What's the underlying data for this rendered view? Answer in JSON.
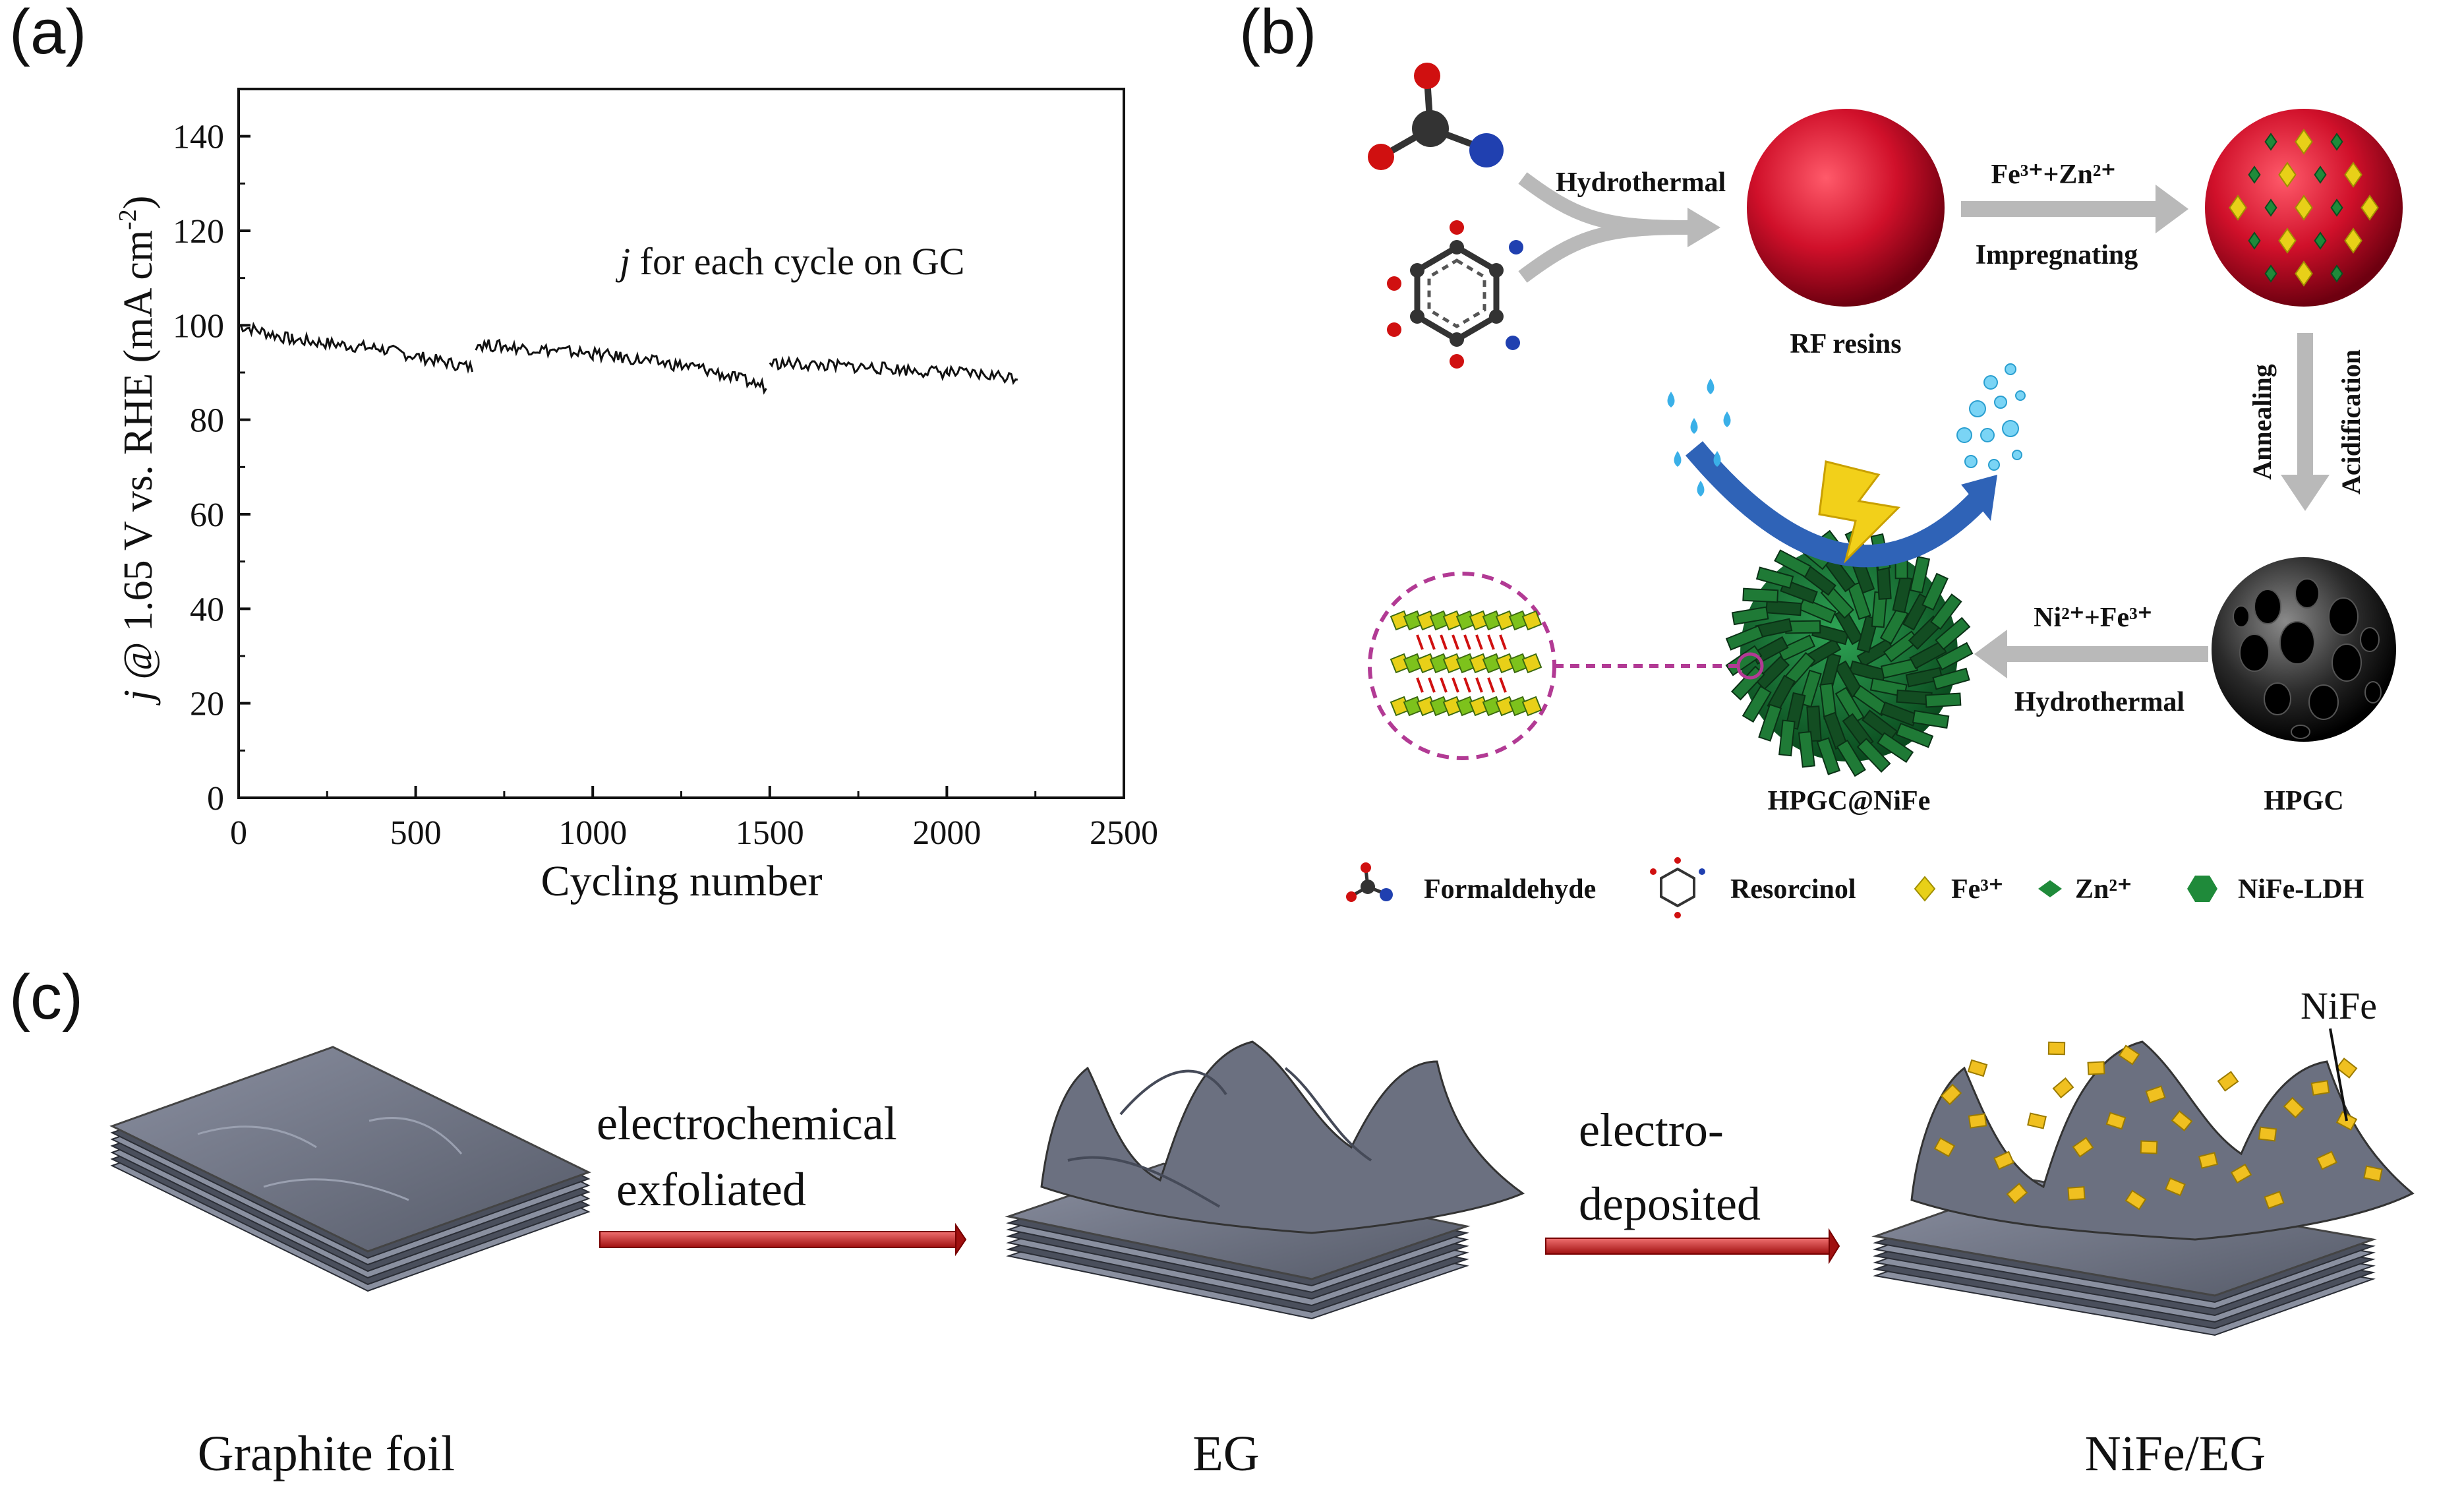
{
  "panels": {
    "a": {
      "label": "(a)"
    },
    "b": {
      "label": "(b)"
    },
    "c": {
      "label": "(c)"
    }
  },
  "chart_data": {
    "type": "line",
    "title": "",
    "annotation": {
      "italic": "j",
      "rest": " for each cycle on GC"
    },
    "xlabel": "Cycling number",
    "ylabel_parts": {
      "j": "j",
      "mid": " @ 1.65 V vs. RHE (mA cm",
      "exp": "-2",
      "end": ")"
    },
    "xlim": [
      0,
      2500
    ],
    "ylim": [
      0,
      150
    ],
    "x_ticks": [
      "0",
      "500",
      "1000",
      "1500",
      "2000",
      "2500"
    ],
    "y_ticks": [
      "0",
      "20",
      "40",
      "60",
      "80",
      "100",
      "120",
      "140"
    ],
    "series": [
      {
        "x": [
          0,
          150,
          400,
          660
        ],
        "y": [
          100,
          97,
          95,
          91
        ]
      },
      {
        "x": [
          670,
          1000,
          1300,
          1490
        ],
        "y": [
          96,
          94,
          91,
          87
        ]
      },
      {
        "x": [
          1500,
          1800,
          2000,
          2200
        ],
        "y": [
          92,
          91,
          90,
          89
        ]
      }
    ],
    "grid": false,
    "colors": {
      "line": "#111111"
    }
  },
  "diagram_b": {
    "labels": {
      "hydrothermal1": "Hydrothermal",
      "fe_zn": "Fe³⁺+Zn²⁺",
      "impregnating": "Impregnating",
      "rf_resins": "RF resins",
      "annealing": "Annealing",
      "acidification": "Acidification",
      "ni_fe": "Ni²⁺+Fe³⁺",
      "hydrothermal2": "Hydrothermal",
      "hpgc": "HPGC",
      "hpgc_nife": "HPGC@NiFe"
    },
    "legend": [
      {
        "label": "Formaldehyde",
        "icon": "formaldehyde-molecule-icon"
      },
      {
        "label": "Resorcinol",
        "icon": "resorcinol-molecule-icon"
      },
      {
        "label": "Fe³⁺",
        "icon": "yellow-diamond-icon"
      },
      {
        "label": "Zn²⁺",
        "icon": "green-diamond-icon"
      },
      {
        "label": "NiFe-LDH",
        "icon": "green-hexagon-icon"
      }
    ],
    "colors": {
      "red": "#cc1024",
      "green": "#1f8a3a",
      "yellow": "#e8d018",
      "grey_arrow": "#b9b9b9",
      "blue": "#2f63b7",
      "magenta": "#b23a94"
    }
  },
  "diagram_c": {
    "step1": {
      "line1": "electrochemical",
      "line2": "exfoliated"
    },
    "step2": {
      "line1": "electro-",
      "line2": "deposited"
    },
    "names": {
      "foil": "Graphite foil",
      "eg": "EG",
      "nifeeg": "NiFe/EG"
    },
    "nife_label": "NiFe",
    "colors": {
      "sheet": "#6b7080",
      "arrow": "#cc2020",
      "particle": "#f0c020"
    }
  }
}
